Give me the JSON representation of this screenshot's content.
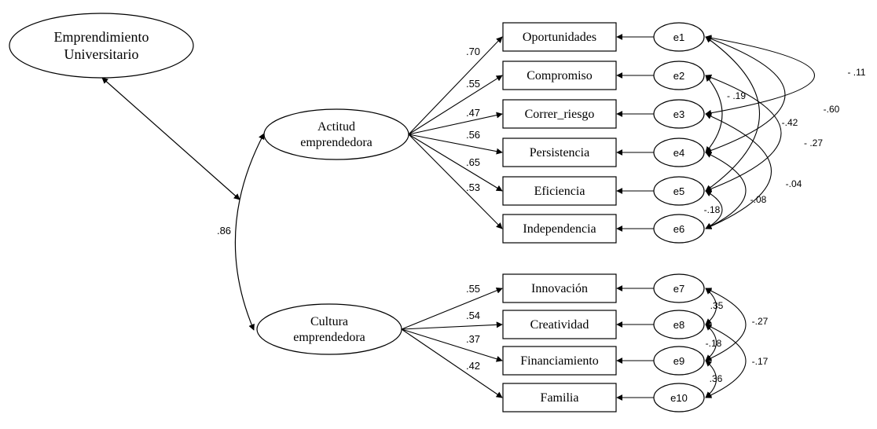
{
  "latents": {
    "emprendimiento": [
      "Emprendimiento",
      "Universitario"
    ],
    "actitud": [
      "Actitud",
      "emprendedora"
    ],
    "cultura": [
      "Cultura",
      "emprendedora"
    ]
  },
  "actitud_indicators": [
    {
      "label": "Oportunidades",
      "loading": ".70",
      "error": "e1"
    },
    {
      "label": "Compromiso",
      "loading": ".55",
      "error": "e2"
    },
    {
      "label": "Correr_riesgo",
      "loading": ".47",
      "error": "e3"
    },
    {
      "label": "Persistencia",
      "loading": ".56",
      "error": "e4"
    },
    {
      "label": "Eficiencia",
      "loading": ".65",
      "error": "e5"
    },
    {
      "label": "Independencia",
      "loading": ".53",
      "error": "e6"
    }
  ],
  "cultura_indicators": [
    {
      "label": "Innovación",
      "loading": ".55",
      "error": "e7"
    },
    {
      "label": "Creatividad",
      "loading": ".54",
      "error": "e8"
    },
    {
      "label": "Financiamiento",
      "loading": ".37",
      "error": "e9"
    },
    {
      "label": "Familia",
      "loading": ".42",
      "error": "e10"
    }
  ],
  "latent_correlation": ".86",
  "error_covariances": [
    {
      "from": "e1",
      "to": "e3",
      "value": "- .11"
    },
    {
      "from": "e1",
      "to": "e4",
      "value": "-.60"
    },
    {
      "from": "e1",
      "to": "e5",
      "value": "-.42"
    },
    {
      "from": "e2",
      "to": "e4",
      "value": "- .19"
    },
    {
      "from": "e2",
      "to": "e5",
      "value": "- .27"
    },
    {
      "from": "e3",
      "to": "e6",
      "value": "-.04"
    },
    {
      "from": "e4",
      "to": "e6",
      "value": "-.08"
    },
    {
      "from": "e5",
      "to": "e6",
      "value": "-.18"
    },
    {
      "from": "e7",
      "to": "e8",
      "value": ".35"
    },
    {
      "from": "e7",
      "to": "e9",
      "value": "-.27"
    },
    {
      "from": "e8",
      "to": "e9",
      "value": "-.18"
    },
    {
      "from": "e8",
      "to": "e10",
      "value": "-.17"
    },
    {
      "from": "e9",
      "to": "e10",
      "value": ".36"
    }
  ]
}
